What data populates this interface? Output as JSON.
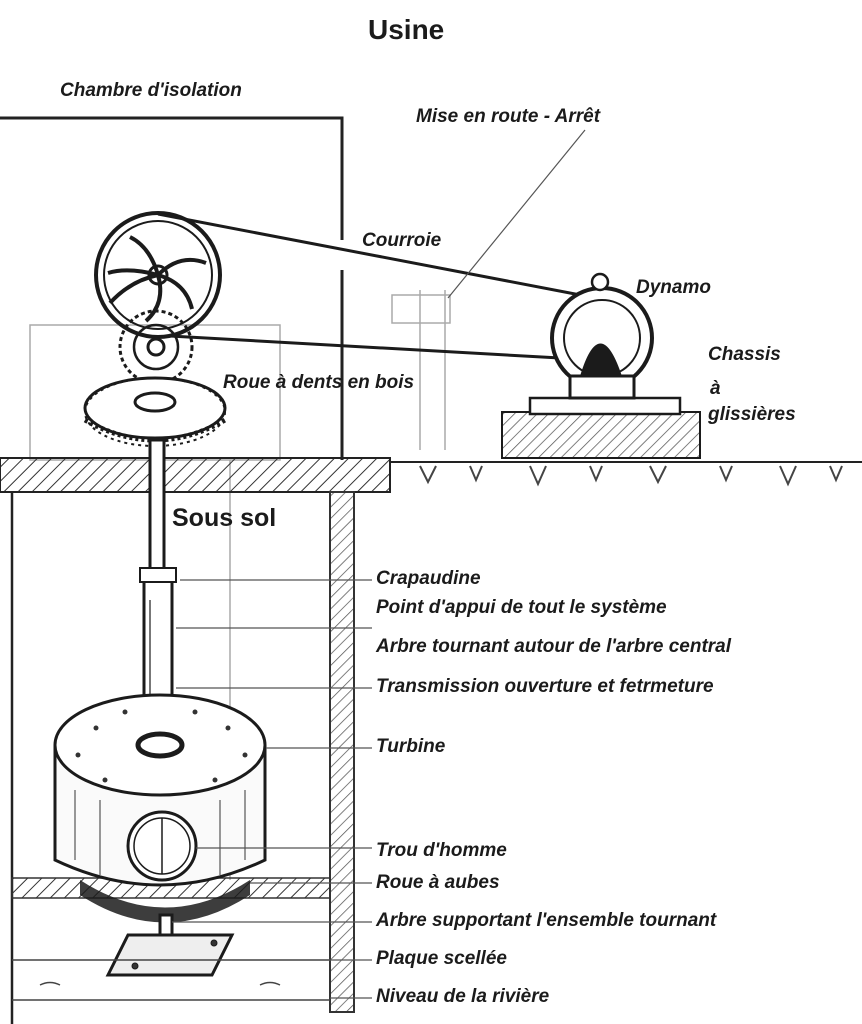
{
  "title": "Usine",
  "section": "Sous sol",
  "labels": {
    "chambre": "Chambre d'isolation",
    "mise": "Mise en route - Arrêt",
    "courroie": "Courroie",
    "dynamo": "Dynamo",
    "chassis1": "Chassis",
    "chassis2": "à",
    "chassis3": "glissières",
    "roue_dents": "Roue à dents en bois",
    "crapaudine": "Crapaudine",
    "point": "Point d'appui de tout le système",
    "arbre_tournant": "Arbre tournant autour de l'arbre central",
    "transmission": "Transmission ouverture et fetrmeture",
    "turbine": "Turbine",
    "trou": "Trou d'homme",
    "roue_aubes": "Roue à aubes",
    "arbre_supportant": "Arbre supportant l'ensemble tournant",
    "plaque": "Plaque scellée",
    "niveau": "Niveau de la rivière"
  },
  "colors": {
    "ink": "#1b1b1b",
    "paper": "#ffffff",
    "shade": "#d9d9d9"
  }
}
